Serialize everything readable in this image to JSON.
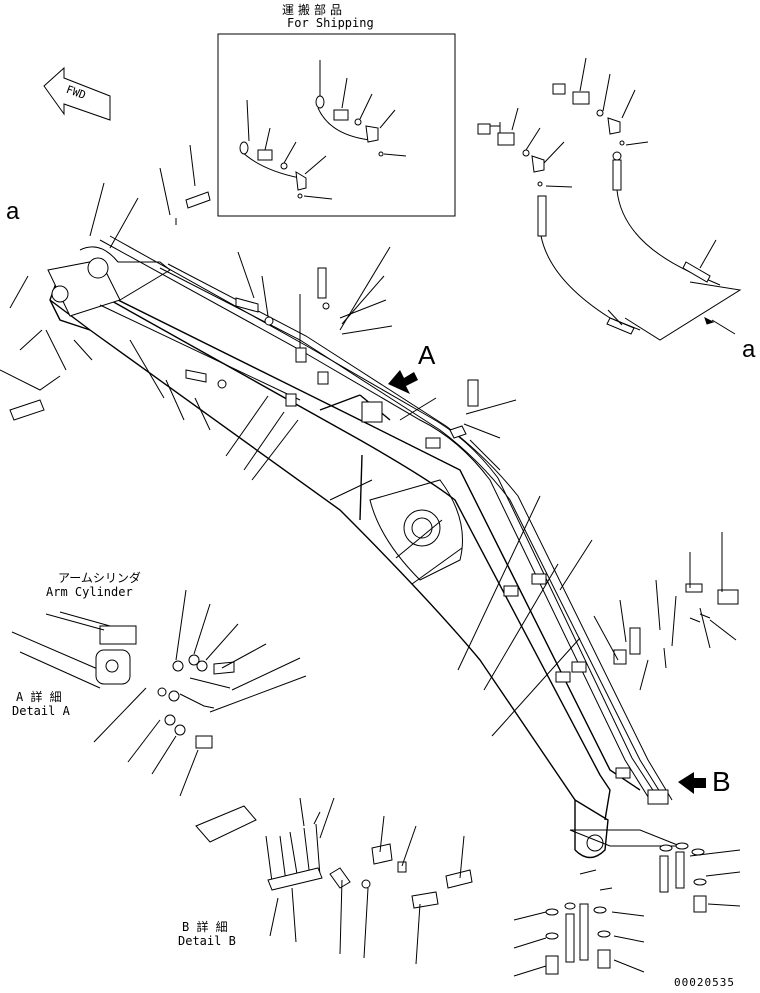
{
  "shipping_box": {
    "title_jp": "運搬部品",
    "title_en": "For Shipping"
  },
  "arm_cylinder": {
    "jp": "アームシリンダ",
    "en": "Arm Cylinder"
  },
  "detail_a": {
    "jp": "A 詳 細",
    "en": "Detail A"
  },
  "detail_b": {
    "jp": "B 詳 細",
    "en": "Detail B"
  },
  "callouts": {
    "A": "A",
    "B": "B",
    "a_left": "a",
    "a_right": "a",
    "fwd": "FWD"
  },
  "drawing_number": "00020535"
}
